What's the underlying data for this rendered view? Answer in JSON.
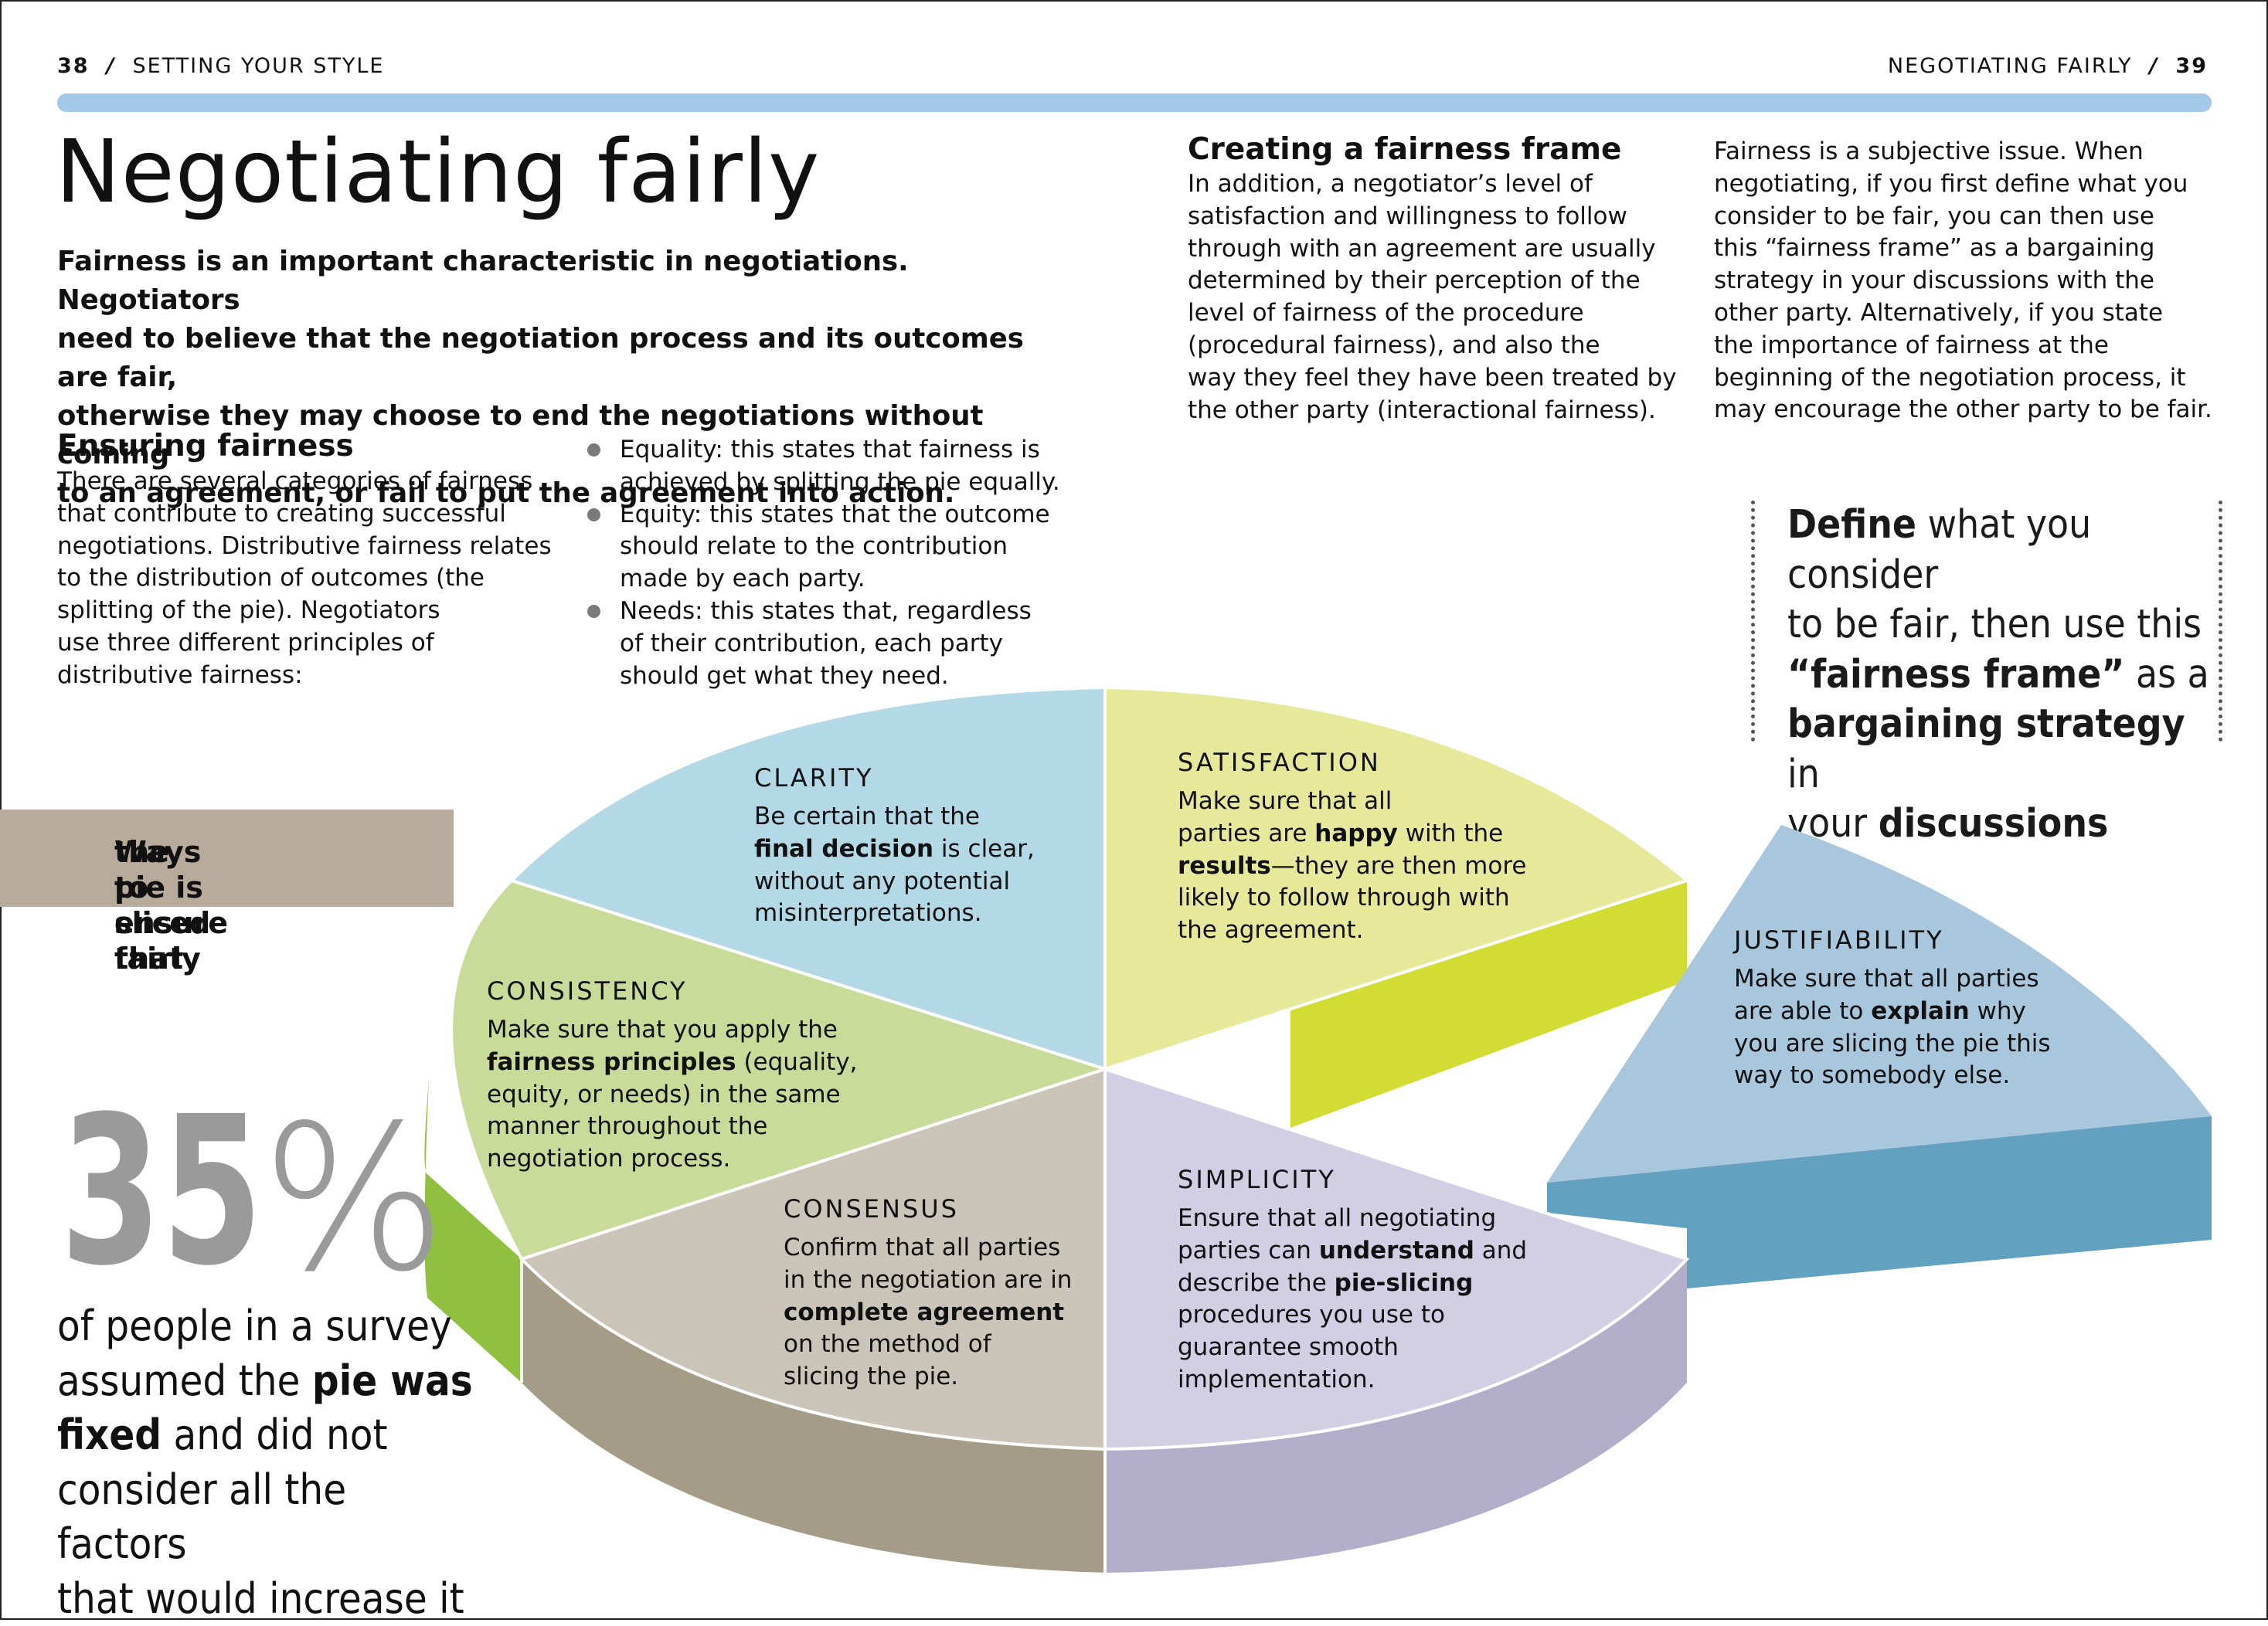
{
  "header": {
    "left_page": "38",
    "left_section": "SETTING YOUR STYLE",
    "right_section": "NEGOTIATING FAIRLY",
    "right_page": "39"
  },
  "title": "Negotiating fairly",
  "intro": [
    "Fairness is an important characteristic in negotiations. Negotiators",
    "need to believe that the negotiation process and its outcomes are fair,",
    "otherwise they may choose to end the negotiations without coming",
    "to an agreement, or fail to put the agreement into action."
  ],
  "ensuring": {
    "heading": "Ensuring fairness",
    "lines": [
      "There are several categories of fairness",
      "that contribute to creating successful",
      "negotiations. Distributive fairness relates",
      "to the distribution of outcomes (the",
      "splitting of the pie). Negotiators",
      "use three different principles of",
      "distributive fairness:"
    ],
    "bullets": [
      [
        "Equality: this states that fairness is",
        "achieved by splitting the pie equally."
      ],
      [
        "Equity: this states that the outcome",
        "should relate to the contribution",
        "made by each party."
      ],
      [
        "Needs: this states that, regardless",
        "of their contribution, each party",
        "should get what they need."
      ]
    ]
  },
  "frame": {
    "heading": "Creating a fairness frame",
    "col1": [
      "In addition, a negotiator’s level of",
      "satisfaction and willingness to follow",
      "through with an agreement are usually",
      "determined by their perception of the",
      "level of fairness of the procedure",
      "(procedural fairness), and also the",
      "way they feel they have been treated by",
      "the other party (interactional fairness)."
    ],
    "col2": [
      "Fairness is a subjective issue. When",
      "negotiating, if you first define what you",
      "consider to be fair, you can then use",
      "this “fairness frame” as a bargaining",
      "strategy in your discussions with the",
      "other party. Alternatively, if you state",
      "the importance of fairness at the",
      "beginning of the negotiation process, it",
      "may encourage the other party to be fair."
    ]
  },
  "quote": {
    "l1a": "Define",
    "l1b": " what you consider",
    "l2": "to be fair, then use this",
    "l3a": "“fairness frame”",
    "l3b": " as a",
    "l4a": "bargaining strategy",
    "l4b": " in",
    "l5a": "your ",
    "l5b": "discussions"
  },
  "ways_box": [
    "Ways to ensure that",
    "the pie is sliced fairly"
  ],
  "stat": {
    "number": "35",
    "percent": "%",
    "l1": "of people in a survey",
    "l2a": "assumed the ",
    "l2b": "pie was",
    "l3a": "fixed",
    "l3b": " and did not",
    "l4": "consider all the factors",
    "l5": "that would increase it"
  },
  "colors": {
    "clarity": "#b3d8e6",
    "satisfaction_top": "#e6e99a",
    "satisfaction_side": "#d3dc33",
    "justifiability_top": "#a8c6dc",
    "justifiability_side": "#62a2c0",
    "consistency_top": "#c9db98",
    "consistency_side": "#90c040",
    "consensus_top": "#cbc4b8",
    "consensus_side": "#a59c88",
    "simplicity_top": "#d2cfe4",
    "simplicity_side": "#b2aeca",
    "ways_box": "#b8ab9b",
    "header_rule": "#a3c8ea",
    "stat_number": "#9a9a9a"
  },
  "segments": {
    "clarity": {
      "title": "CLARITY",
      "l1": "Be certain that the",
      "l2a": "final decision",
      "l2b": " is clear,",
      "l3": "without any potential",
      "l4": "misinterpretations."
    },
    "satisfaction": {
      "title": "SATISFACTION",
      "l1": "Make sure that all",
      "l2a": "parties are ",
      "l2b": "happy",
      "l2c": " with the",
      "l3a": "results",
      "l3b": "—they are then more",
      "l4": "likely to follow through with",
      "l5": "the agreement."
    },
    "justifiability": {
      "title": "JUSTIFIABILITY",
      "l1": "Make sure that all parties",
      "l2a": "are able to ",
      "l2b": "explain",
      "l2c": " why",
      "l3": "you are slicing the pie this",
      "l4": "way to somebody else."
    },
    "consistency": {
      "title": "CONSISTENCY",
      "l1": "Make sure that you apply the",
      "l2a": "fairness principles",
      "l2b": " (equality,",
      "l3": "equity, or needs) in the same",
      "l4": "manner throughout the",
      "l5": "negotiation process."
    },
    "consensus": {
      "title": "CONSENSUS",
      "l1": "Confirm that all parties",
      "l2": "in the negotiation are in",
      "l3": "complete agreement",
      "l4": "on the method of",
      "l5": "slicing the pie."
    },
    "simplicity": {
      "title": "SIMPLICITY",
      "l1": "Ensure that all negotiating",
      "l2a": "parties can ",
      "l2b": "understand",
      "l2c": " and",
      "l3a": "describe the ",
      "l3b": "pie-slicing",
      "l4": "procedures you use to",
      "l5": "guarantee smooth",
      "l6": "implementation."
    }
  }
}
